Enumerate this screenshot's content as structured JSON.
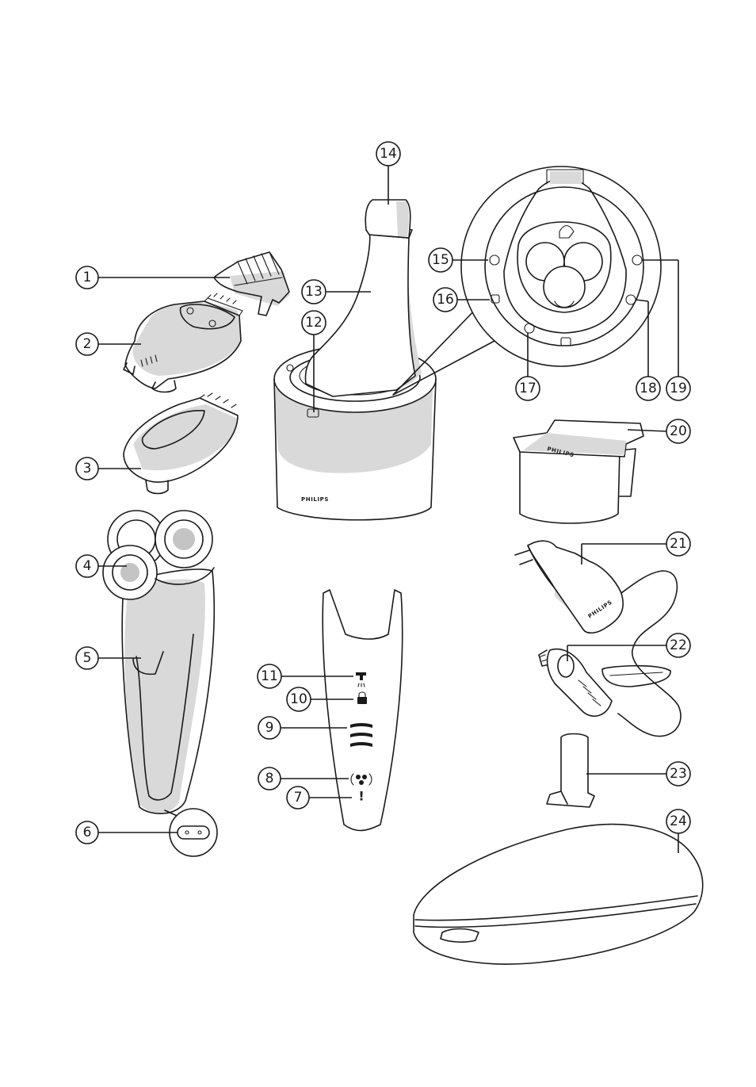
{
  "brand_text": "PHILIPS",
  "callouts": [
    "1",
    "2",
    "3",
    "4",
    "5",
    "6",
    "7",
    "8",
    "9",
    "10",
    "11",
    "12",
    "13",
    "14",
    "15",
    "16",
    "17",
    "18",
    "19",
    "20",
    "21",
    "22",
    "23",
    "24"
  ],
  "display_symbols": {
    "faucet": "faucet-icon",
    "lock": "lock-icon",
    "battery_bars": "battery-bars-icon",
    "replace_heads": "replace-heads-icon",
    "warning": "!"
  }
}
